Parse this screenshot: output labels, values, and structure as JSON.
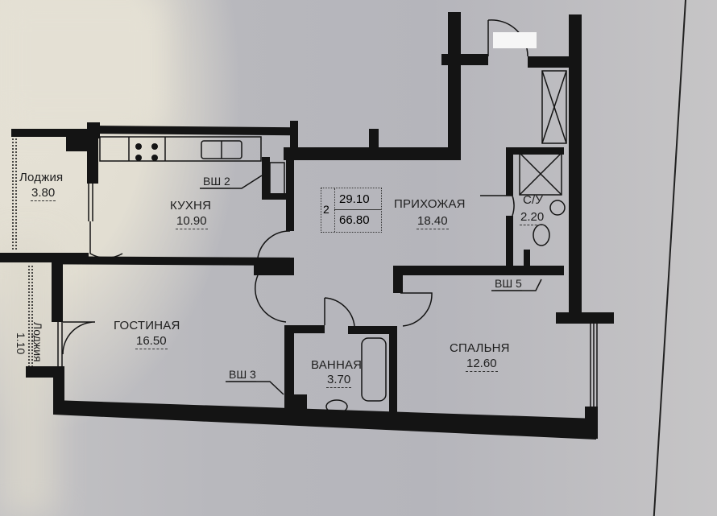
{
  "plan": {
    "type": "apartment-floor-plan",
    "summary": {
      "rooms_count": "2",
      "living_area": "29.10",
      "total_area": "66.80"
    },
    "rooms": [
      {
        "id": "loggia-1",
        "name": "Лоджия",
        "area": "3.80"
      },
      {
        "id": "kitchen",
        "name": "КУХНЯ",
        "area": "10.90"
      },
      {
        "id": "hallway",
        "name": "ПРИХОЖАЯ",
        "area": "18.40"
      },
      {
        "id": "wc",
        "name": "С/У",
        "area": "2.20"
      },
      {
        "id": "living-room",
        "name": "ГОСТИНАЯ",
        "area": "16.50"
      },
      {
        "id": "bathroom",
        "name": "ВАННАЯ",
        "area": "3.70"
      },
      {
        "id": "bedroom",
        "name": "СПАЛЬНЯ",
        "area": "12.60"
      },
      {
        "id": "loggia-2",
        "name": "Лоджия",
        "area": "1.10"
      }
    ],
    "shafts": [
      {
        "id": "vsh2",
        "label": "ВШ 2"
      },
      {
        "id": "vsh3",
        "label": "ВШ 3"
      },
      {
        "id": "vsh5",
        "label": "ВШ 5"
      }
    ],
    "colors": {
      "wall": "#141414",
      "paper_light": "#e4e0d4",
      "paper_shadow": "#b7b7bc",
      "text": "#1e1e1e"
    }
  }
}
